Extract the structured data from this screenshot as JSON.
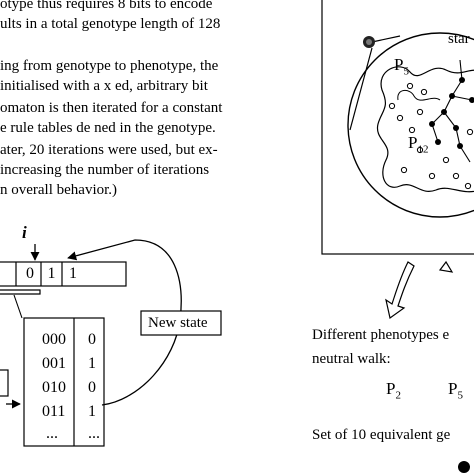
{
  "paragraph": {
    "lines": [
      "otype thus requires 8 bits to encode",
      "ults in a total genotype length of 128",
      "ing from genotype to phenotype, the",
      "  initialised with a  x ed, arbitrary bit",
      "omaton is then iterated for a constant",
      "e rule tables de ned  in the genotype.",
      "ater, 20 iterations were used, but ex-",
      " increasing the number of iterations",
      "n overall behavior.)"
    ]
  },
  "ca_diagram": {
    "pointer_label": "i",
    "state_cells": [
      "0",
      "1",
      "1"
    ],
    "new_state_label": "New state",
    "rule_table": {
      "rows": [
        {
          "pattern": "000",
          "output": "0"
        },
        {
          "pattern": "001",
          "output": "1"
        },
        {
          "pattern": "010",
          "output": "0"
        },
        {
          "pattern": "011",
          "output": "1"
        },
        {
          "pattern": "...",
          "output": "..."
        }
      ]
    }
  },
  "neutral_walk_figure": {
    "start_label": "star",
    "node_labels": {
      "p5": "P",
      "p5_sub": "5",
      "p12": "P",
      "p12_sub": "12"
    },
    "caption_line1": "Different phenotypes e",
    "caption_line2": "neutral walk:",
    "phenotypes": [
      {
        "name": "P",
        "sub": "2"
      },
      {
        "name": "P",
        "sub": "5"
      }
    ],
    "bottom_caption": "Set of 10 equivalent ge"
  }
}
